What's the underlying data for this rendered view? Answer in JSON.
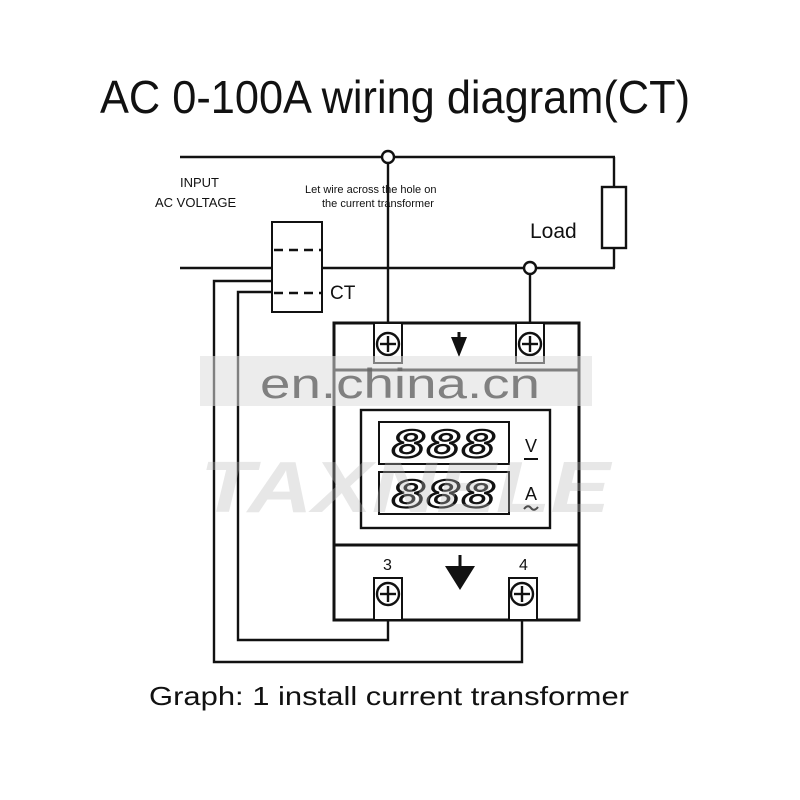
{
  "title": "AC 0-100A wiring diagram(CT)",
  "caption": "Graph: 1 install current transformer",
  "labels": {
    "input_line1": "INPUT",
    "input_line2": "AC VOLTAGE",
    "note_line1": "Let wire across the hole on",
    "note_line2": "the current transformer",
    "load": "Load",
    "ct": "CT",
    "terminal_3": "3",
    "terminal_4": "4",
    "unit_voltage": "V",
    "unit_current": "A"
  },
  "display": {
    "voltage_digits": "888",
    "current_digits": "888"
  },
  "watermark": {
    "site": "en.china.cn",
    "brand": "TAXNELE"
  }
}
